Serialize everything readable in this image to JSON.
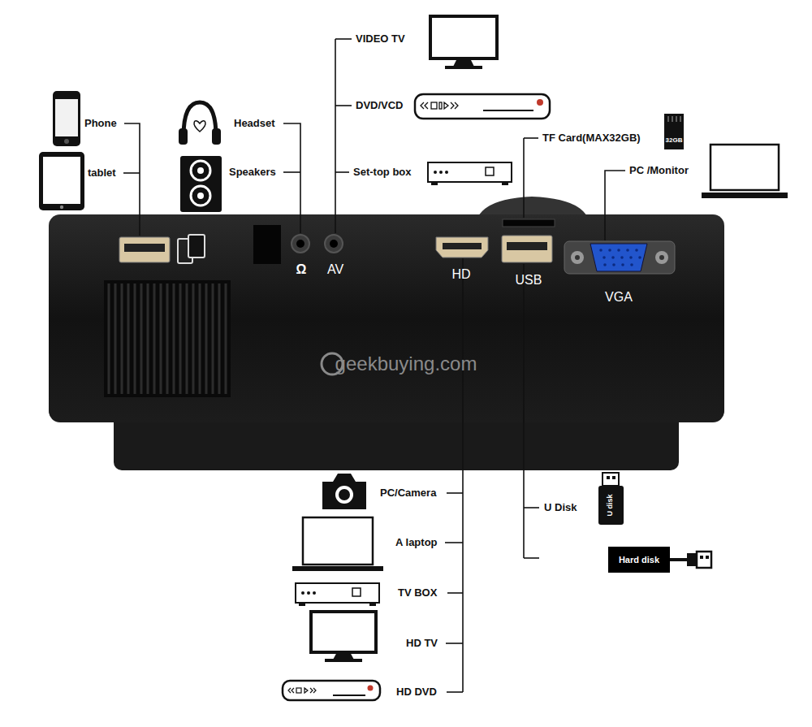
{
  "diagram": {
    "nodes": [
      {
        "text": [
          "Hard disk"
        ]
      }
    ],
    "labels": [
      "Phone",
      "tablet",
      "Headset",
      "Speakers",
      "VIDEO TV",
      "DVD/VCD",
      "Set-top box",
      "TF Card(MAX32GB)",
      "32GB",
      "PC /Monitor",
      "Ω",
      "AV",
      "HD",
      "USB",
      "VGA",
      "geekbuying.com",
      "PC/Camera",
      "A laptop",
      "TV BOX",
      "HD TV",
      "HD DVD",
      "U Disk",
      "U disk"
    ]
  }
}
